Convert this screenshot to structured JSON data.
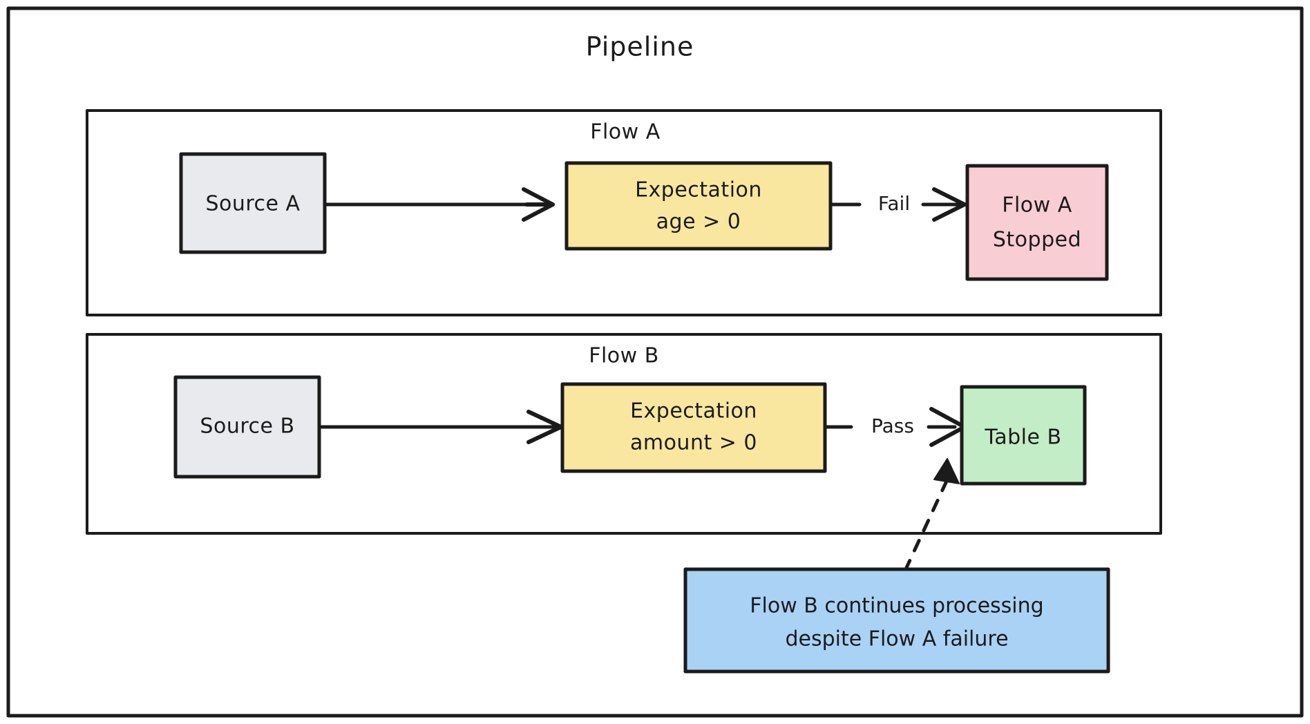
{
  "diagram": {
    "title": "Pipeline",
    "background_color": "#ffffff",
    "stroke_color": "#1b1b1b",
    "groups": [
      {
        "id": "flow-a",
        "label": "Flow A",
        "nodes": [
          {
            "id": "source-a",
            "label": "Source A",
            "fill": "#e8eaed",
            "shape": "rectangle"
          },
          {
            "id": "expectation-a",
            "label_line1": "Expectation",
            "label_line2": "age > 0",
            "fill": "#f9e79f",
            "shape": "rectangle"
          },
          {
            "id": "flow-a-stopped",
            "label_line1": "Flow A",
            "label_line2": "Stopped",
            "fill": "#f8cdd3",
            "shape": "rectangle"
          }
        ],
        "edges": [
          {
            "from": "source-a",
            "to": "expectation-a",
            "label": "",
            "style": "solid"
          },
          {
            "from": "expectation-a",
            "to": "flow-a-stopped",
            "label": "Fail",
            "style": "solid"
          }
        ]
      },
      {
        "id": "flow-b",
        "label": "Flow B",
        "nodes": [
          {
            "id": "source-b",
            "label": "Source B",
            "fill": "#e8eaed",
            "shape": "rectangle"
          },
          {
            "id": "expectation-b",
            "label_line1": "Expectation",
            "label_line2": "amount > 0",
            "fill": "#f9e79f",
            "shape": "rectangle"
          },
          {
            "id": "table-b",
            "label": "Table B",
            "fill": "#c3edc6",
            "shape": "rectangle"
          }
        ],
        "edges": [
          {
            "from": "source-b",
            "to": "expectation-b",
            "label": "",
            "style": "solid"
          },
          {
            "from": "expectation-b",
            "to": "table-b",
            "label": "Pass",
            "style": "solid"
          }
        ]
      }
    ],
    "notes": [
      {
        "id": "note-flow-b",
        "line1": "Flow B continues processing",
        "line2": "despite Flow A failure",
        "fill": "#a9d2f5",
        "connects_to": "table-b",
        "style": "dashed"
      }
    ]
  }
}
